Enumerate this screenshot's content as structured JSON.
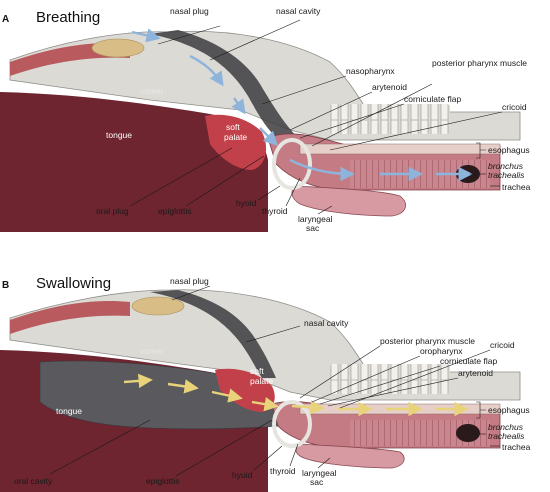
{
  "panel_a": {
    "letter": "A",
    "title": "Breathing",
    "labels": {
      "nasal_plug": "nasal plug",
      "nasal_cavity": "nasal cavity",
      "nasopharynx": "nasopharynx",
      "arytenoid": "arytenoid",
      "corniculate_flap": "corniculate flap",
      "posterior_pharynx_muscle": "posterior pharynx muscle",
      "cricoid": "cricoid",
      "esophagus": "esophagus",
      "bronchus": "bronchus",
      "trachealis": "trachealis",
      "trachea": "trachea",
      "vomer": "vomer",
      "tongue": "tongue",
      "soft": "soft",
      "palate": "palate",
      "oral_plug": "oral plug",
      "epiglottis": "epiglottis",
      "hyoid": "hyoid",
      "thyroid": "thyroid",
      "laryngeal": "laryngeal",
      "sac": "sac"
    }
  },
  "panel_b": {
    "letter": "B",
    "title": "Swallowing",
    "labels": {
      "nasal_plug": "nasal plug",
      "nasal_cavity": "nasal cavity",
      "posterior_pharynx_muscle": "posterior pharynx muscle",
      "oropharynx": "oropharynx",
      "corniculate_flap": "corniculate flap",
      "arytenoid": "arytenoid",
      "cricoid": "cricoid",
      "esophagus": "esophagus",
      "bronchus": "bronchus",
      "trachealis": "trachealis",
      "trachea": "trachea",
      "vomer": "vomer",
      "tongue": "tongue",
      "soft": "soft",
      "palate": "palate",
      "oral_cavity": "oral cavity",
      "epiglottis": "epiglottis",
      "hyoid": "hyoid",
      "thyroid": "thyroid",
      "laryngeal": "laryngeal",
      "sac": "sac"
    }
  },
  "colors": {
    "muscle_dark": "#6e2530",
    "muscle_mid": "#8c3a44",
    "soft_palate": "#c2404a",
    "bone": "#d9d7d2",
    "bone_shade": "#b9b7b2",
    "airway_dark": "#3c3c3f",
    "air_arrow": "#8fb4dc",
    "food_arrow": "#e8d27a",
    "fat_plug": "#d9bd86",
    "sac_pink": "#d79aa2"
  }
}
